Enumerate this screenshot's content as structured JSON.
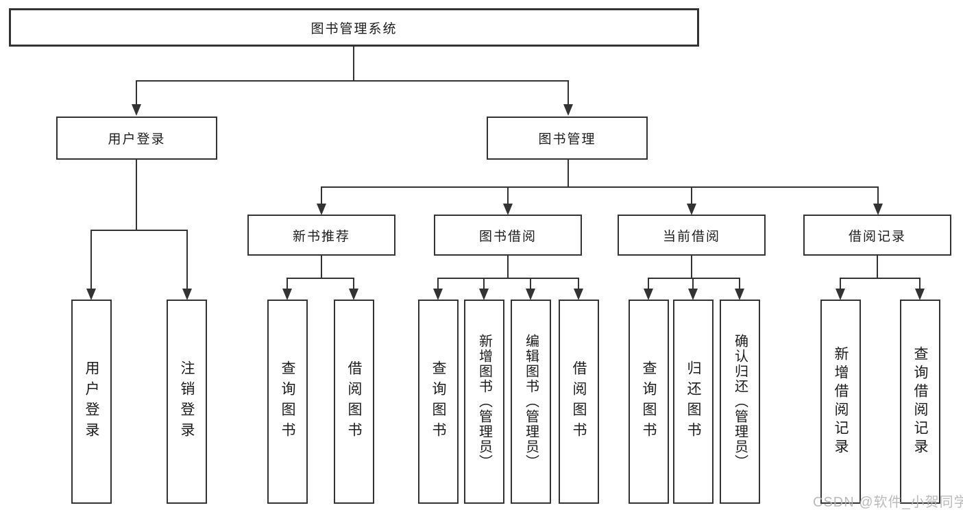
{
  "tree": {
    "root": {
      "label": "图书管理系统"
    },
    "level2": [
      {
        "id": "user-login",
        "label": "用户登录"
      },
      {
        "id": "book-management",
        "label": "图书管理"
      }
    ],
    "level3": [
      {
        "id": "new-book-recommend",
        "label": "新书推荐"
      },
      {
        "id": "book-borrow",
        "label": "图书借阅"
      },
      {
        "id": "current-borrow",
        "label": "当前借阅"
      },
      {
        "id": "borrow-record",
        "label": "借阅记录"
      }
    ],
    "leaves": {
      "user_login": [
        "用户登录",
        "注销登录"
      ],
      "new_book_recommend": [
        "查询图书",
        "借阅图书"
      ],
      "book_borrow": [
        "查询图书",
        "新增图书（管理员）",
        "编辑图书（管理员）",
        "借阅图书"
      ],
      "current_borrow": [
        "查询图书",
        "归还图书",
        "确认归还（管理员）"
      ],
      "borrow_record": [
        "新增借阅记录",
        "查询借阅记录"
      ]
    }
  },
  "watermark": "CSDN @软件_小贺同学",
  "colors": {
    "line": "#333333",
    "text": "#1c1c1c",
    "box_bg": "#ffffff",
    "watermark": "#b3b3b3",
    "background": "#ffffff"
  }
}
